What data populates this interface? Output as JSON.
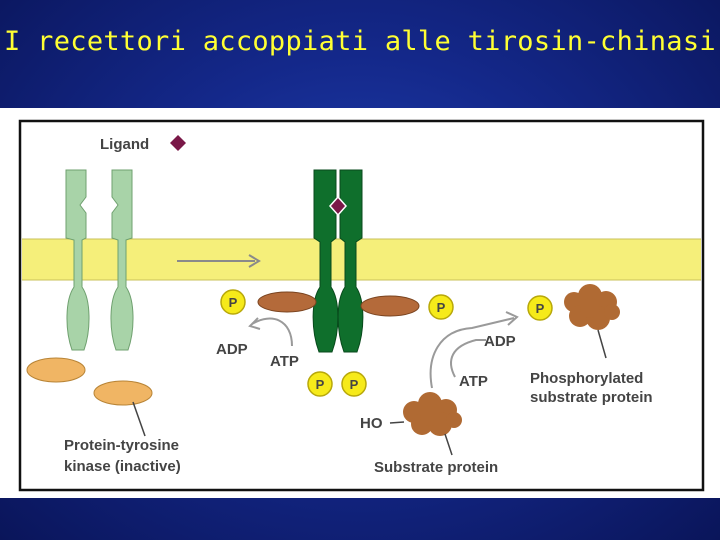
{
  "slide": {
    "title": "I recettori accoppiati alle tirosin-chinasi"
  },
  "diagram": {
    "ligand_label": "Ligand",
    "kinase_label_line1": "Protein-tyrosine",
    "kinase_label_line2": "kinase (inactive)",
    "adp_left": "ADP",
    "atp_left": "ATP",
    "p_symbol": "P",
    "adp_right": "ADP",
    "atp_right": "ATP",
    "ho_label": "HO",
    "substrate_label": "Substrate protein",
    "phospho_line1": "Phosphorylated",
    "phospho_line2": "substrate protein"
  },
  "colors": {
    "membrane": "#f5ef7a",
    "inactive_receptor": "#a8d3a8",
    "active_receptor": "#0f6f2c",
    "ligand": "#7a1848",
    "kinase_inactive": "#f0b564",
    "kinase_active": "#b46a3a",
    "phosphate": "#f6ea1a",
    "substrate": "#b06a33"
  }
}
